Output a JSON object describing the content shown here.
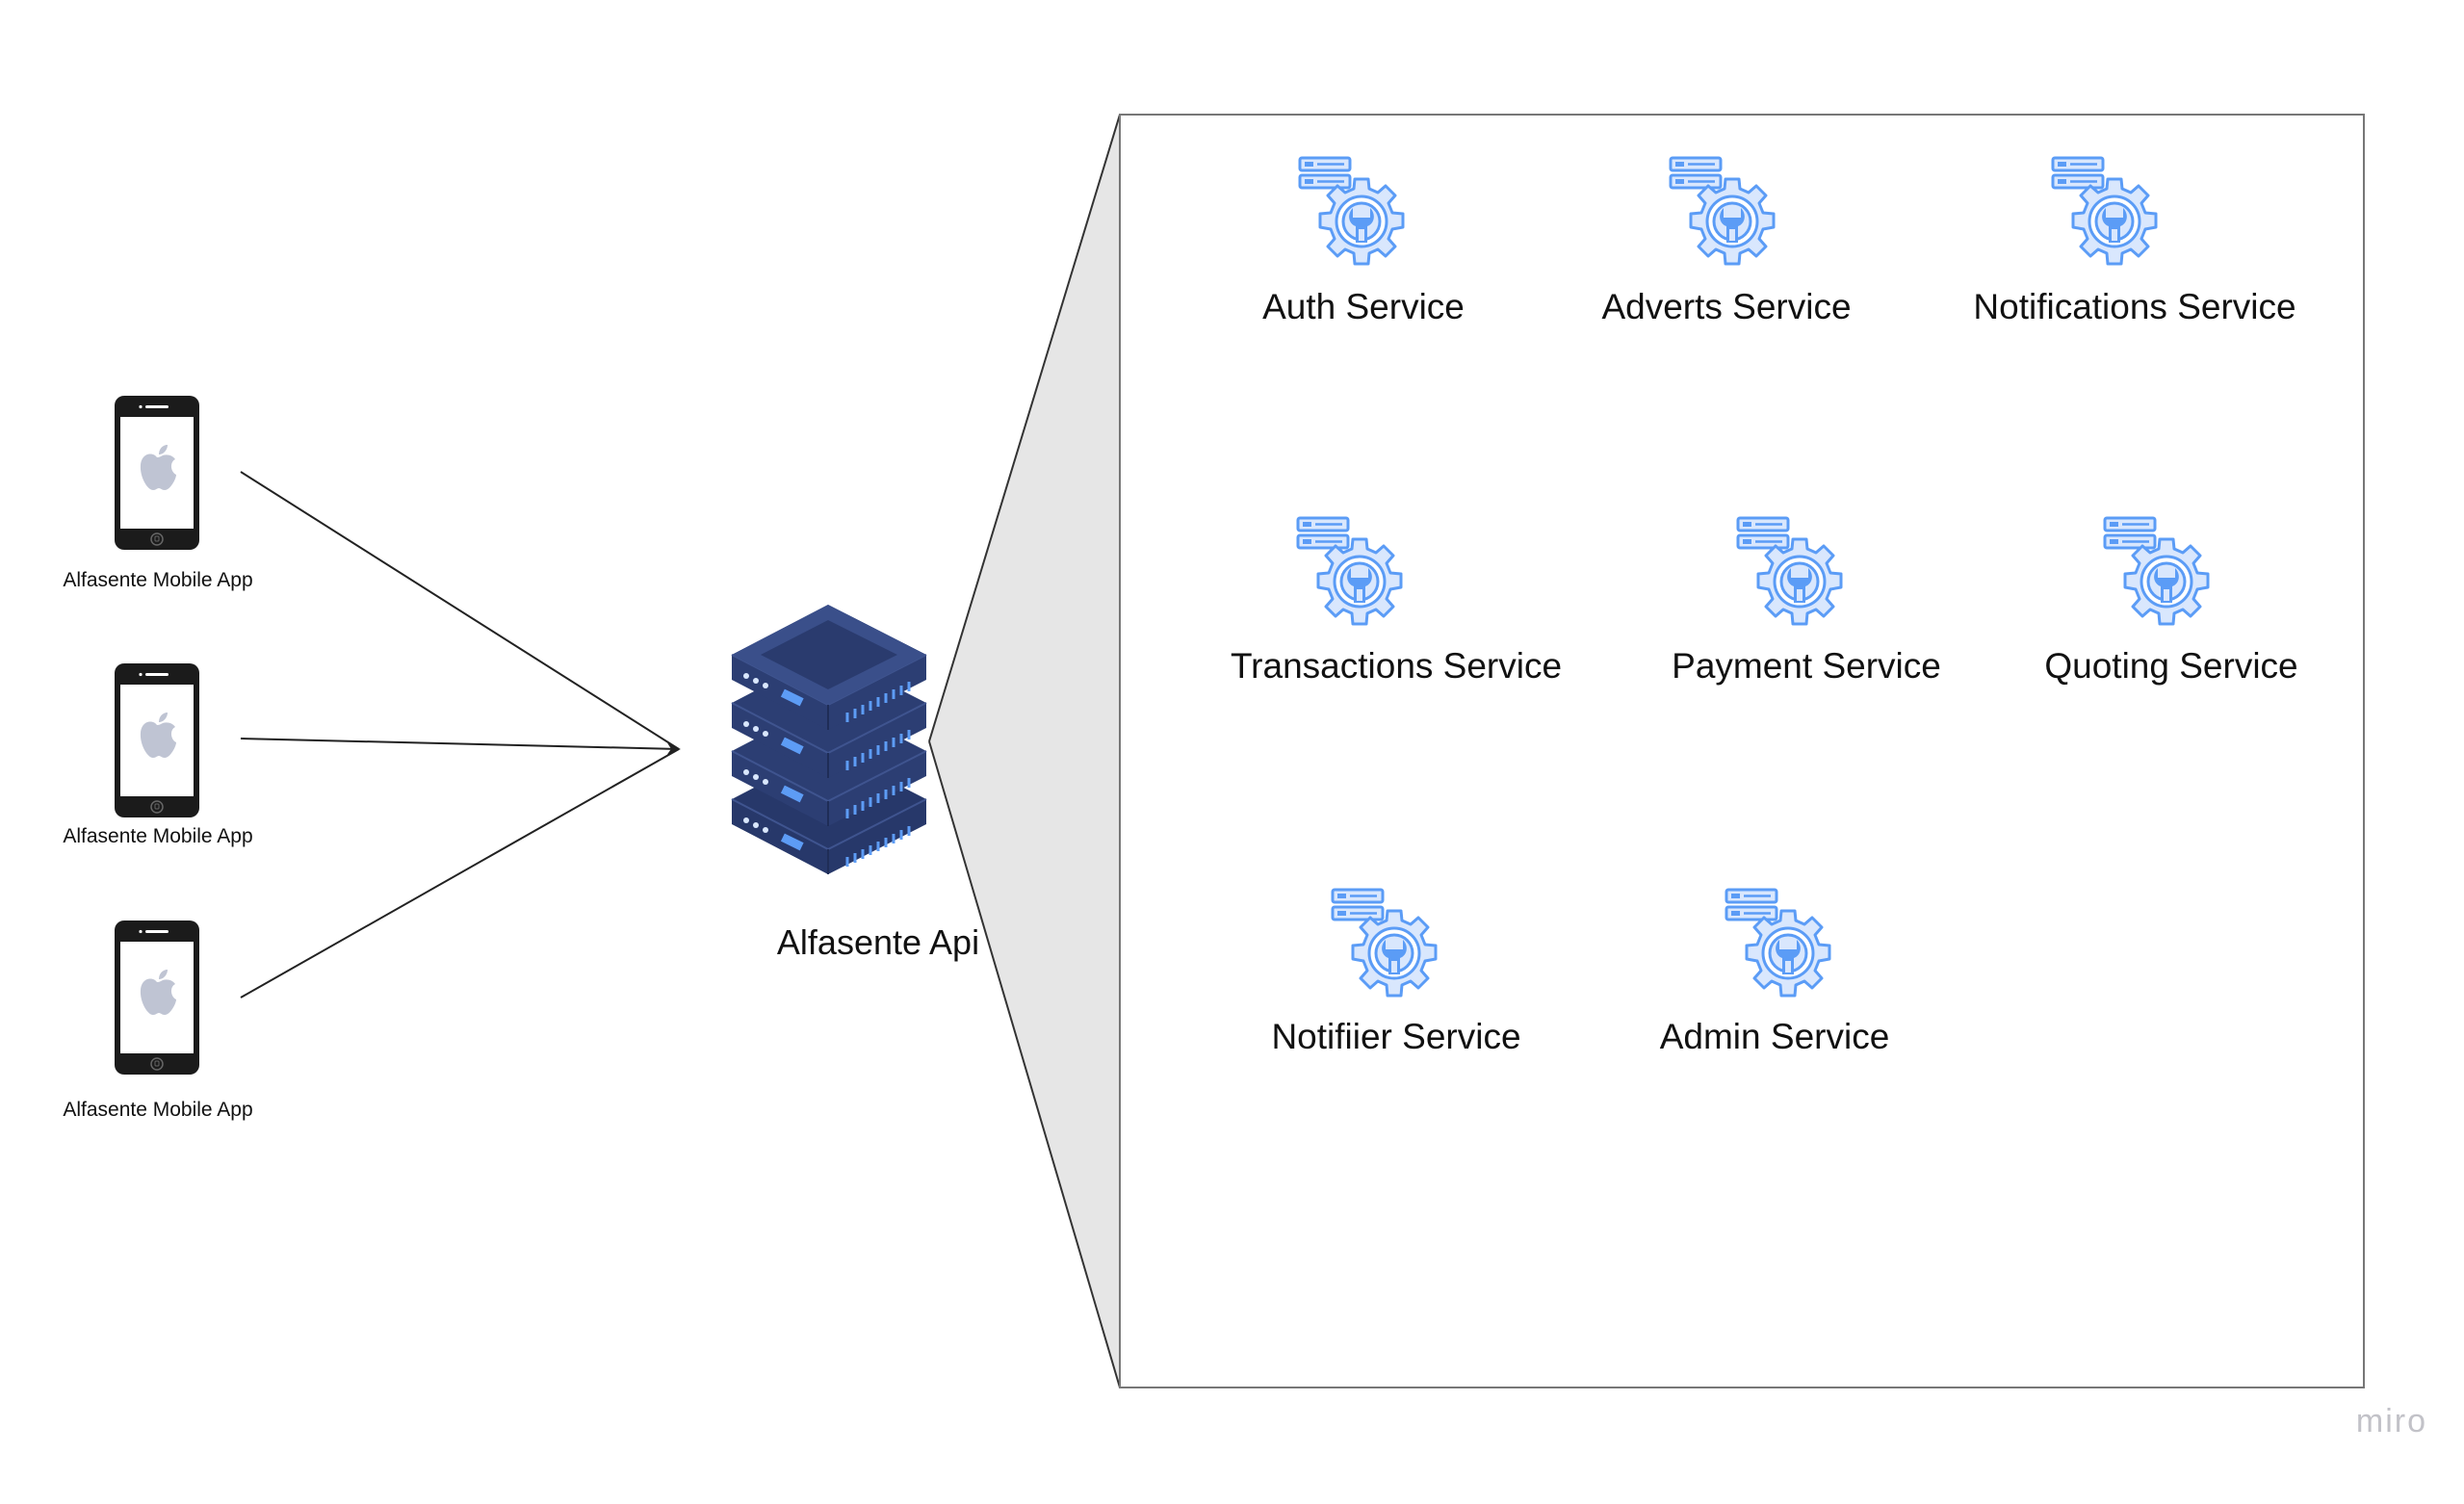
{
  "clients": [
    {
      "label": "Alfasente Mobile App",
      "icon": "iphone-icon"
    },
    {
      "label": "Alfasente Mobile App",
      "icon": "iphone-icon"
    },
    {
      "label": "Alfasente Mobile App",
      "icon": "iphone-icon"
    }
  ],
  "api": {
    "label": "Alfasente Api",
    "icon": "server-stack-icon"
  },
  "services": [
    {
      "label": "Auth Service",
      "icon": "service-gear-icon"
    },
    {
      "label": "Adverts Service",
      "icon": "service-gear-icon"
    },
    {
      "label": "Notifications Service",
      "icon": "service-gear-icon"
    },
    {
      "label": "Transactions Service",
      "icon": "service-gear-icon"
    },
    {
      "label": "Payment Service",
      "icon": "service-gear-icon"
    },
    {
      "label": "Quoting Service",
      "icon": "service-gear-icon"
    },
    {
      "label": "Notifiier Service",
      "icon": "service-gear-icon"
    },
    {
      "label": "Admin Service",
      "icon": "service-gear-icon"
    }
  ],
  "watermark": "miro",
  "colors": {
    "server_dark": "#2c3e73",
    "server_light": "#5d9cf5",
    "gear_blue": "#5b9cf6",
    "gear_fill": "#d9e7fd",
    "zoom_wedge": "#e6e6e6"
  }
}
